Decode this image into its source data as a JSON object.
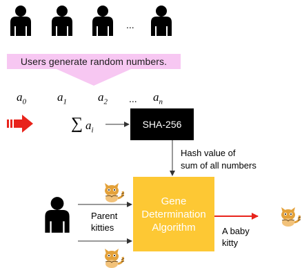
{
  "banner": {
    "text": "Users generate random numbers."
  },
  "variables": {
    "a0": {
      "base": "a",
      "sub": "0"
    },
    "a1": {
      "base": "a",
      "sub": "1"
    },
    "a2": {
      "base": "a",
      "sub": "2"
    },
    "an": {
      "base": "a",
      "sub": "n"
    },
    "ellipsis": "..."
  },
  "users_ellipsis": "...",
  "sum": {
    "symbol": "∑",
    "base": "a",
    "sub": "i"
  },
  "sha_box": {
    "label": "SHA-256"
  },
  "hash_label": {
    "line1": "Hash value of",
    "line2": "sum of all numbers"
  },
  "gene_box": {
    "line1": "Gene",
    "line2": "Determination",
    "line3": "Algorithm"
  },
  "parent_label": {
    "line1": "Parent",
    "line2": "kitties"
  },
  "baby_label": {
    "line1": "A baby",
    "line2": "kitty"
  },
  "colors": {
    "banner": "#f7c7f2",
    "gene_box": "#fdc834",
    "sha_box": "#000000",
    "red_arrow": "#e8231b",
    "cat": "#e3a13a"
  }
}
